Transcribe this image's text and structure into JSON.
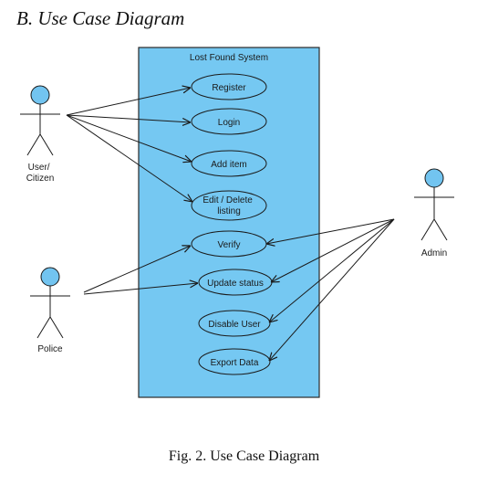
{
  "heading": "B.  Use Case Diagram",
  "caption": "Fig. 2. Use Case Diagram",
  "system": {
    "title": "Lost Found System"
  },
  "actors": {
    "user": [
      "User/",
      "Citizen"
    ],
    "police": [
      "Police"
    ],
    "admin": [
      "Admin"
    ]
  },
  "use_cases": {
    "register": [
      "Register"
    ],
    "login": [
      "Login"
    ],
    "add_item": [
      "Add item"
    ],
    "edit_delete": [
      "Edit / Delete",
      "listing"
    ],
    "verify": [
      "Verify"
    ],
    "update_status": [
      "Update status"
    ],
    "disable_user": [
      "Disable User"
    ],
    "export_data": [
      "Export Data"
    ]
  },
  "colors": {
    "system_fill": "#75c8f2",
    "system_border": "#2a2a2a",
    "usecase_fill": "#75c8f2",
    "actor_head": "#72c4f0",
    "line": "#1a1a1a"
  }
}
